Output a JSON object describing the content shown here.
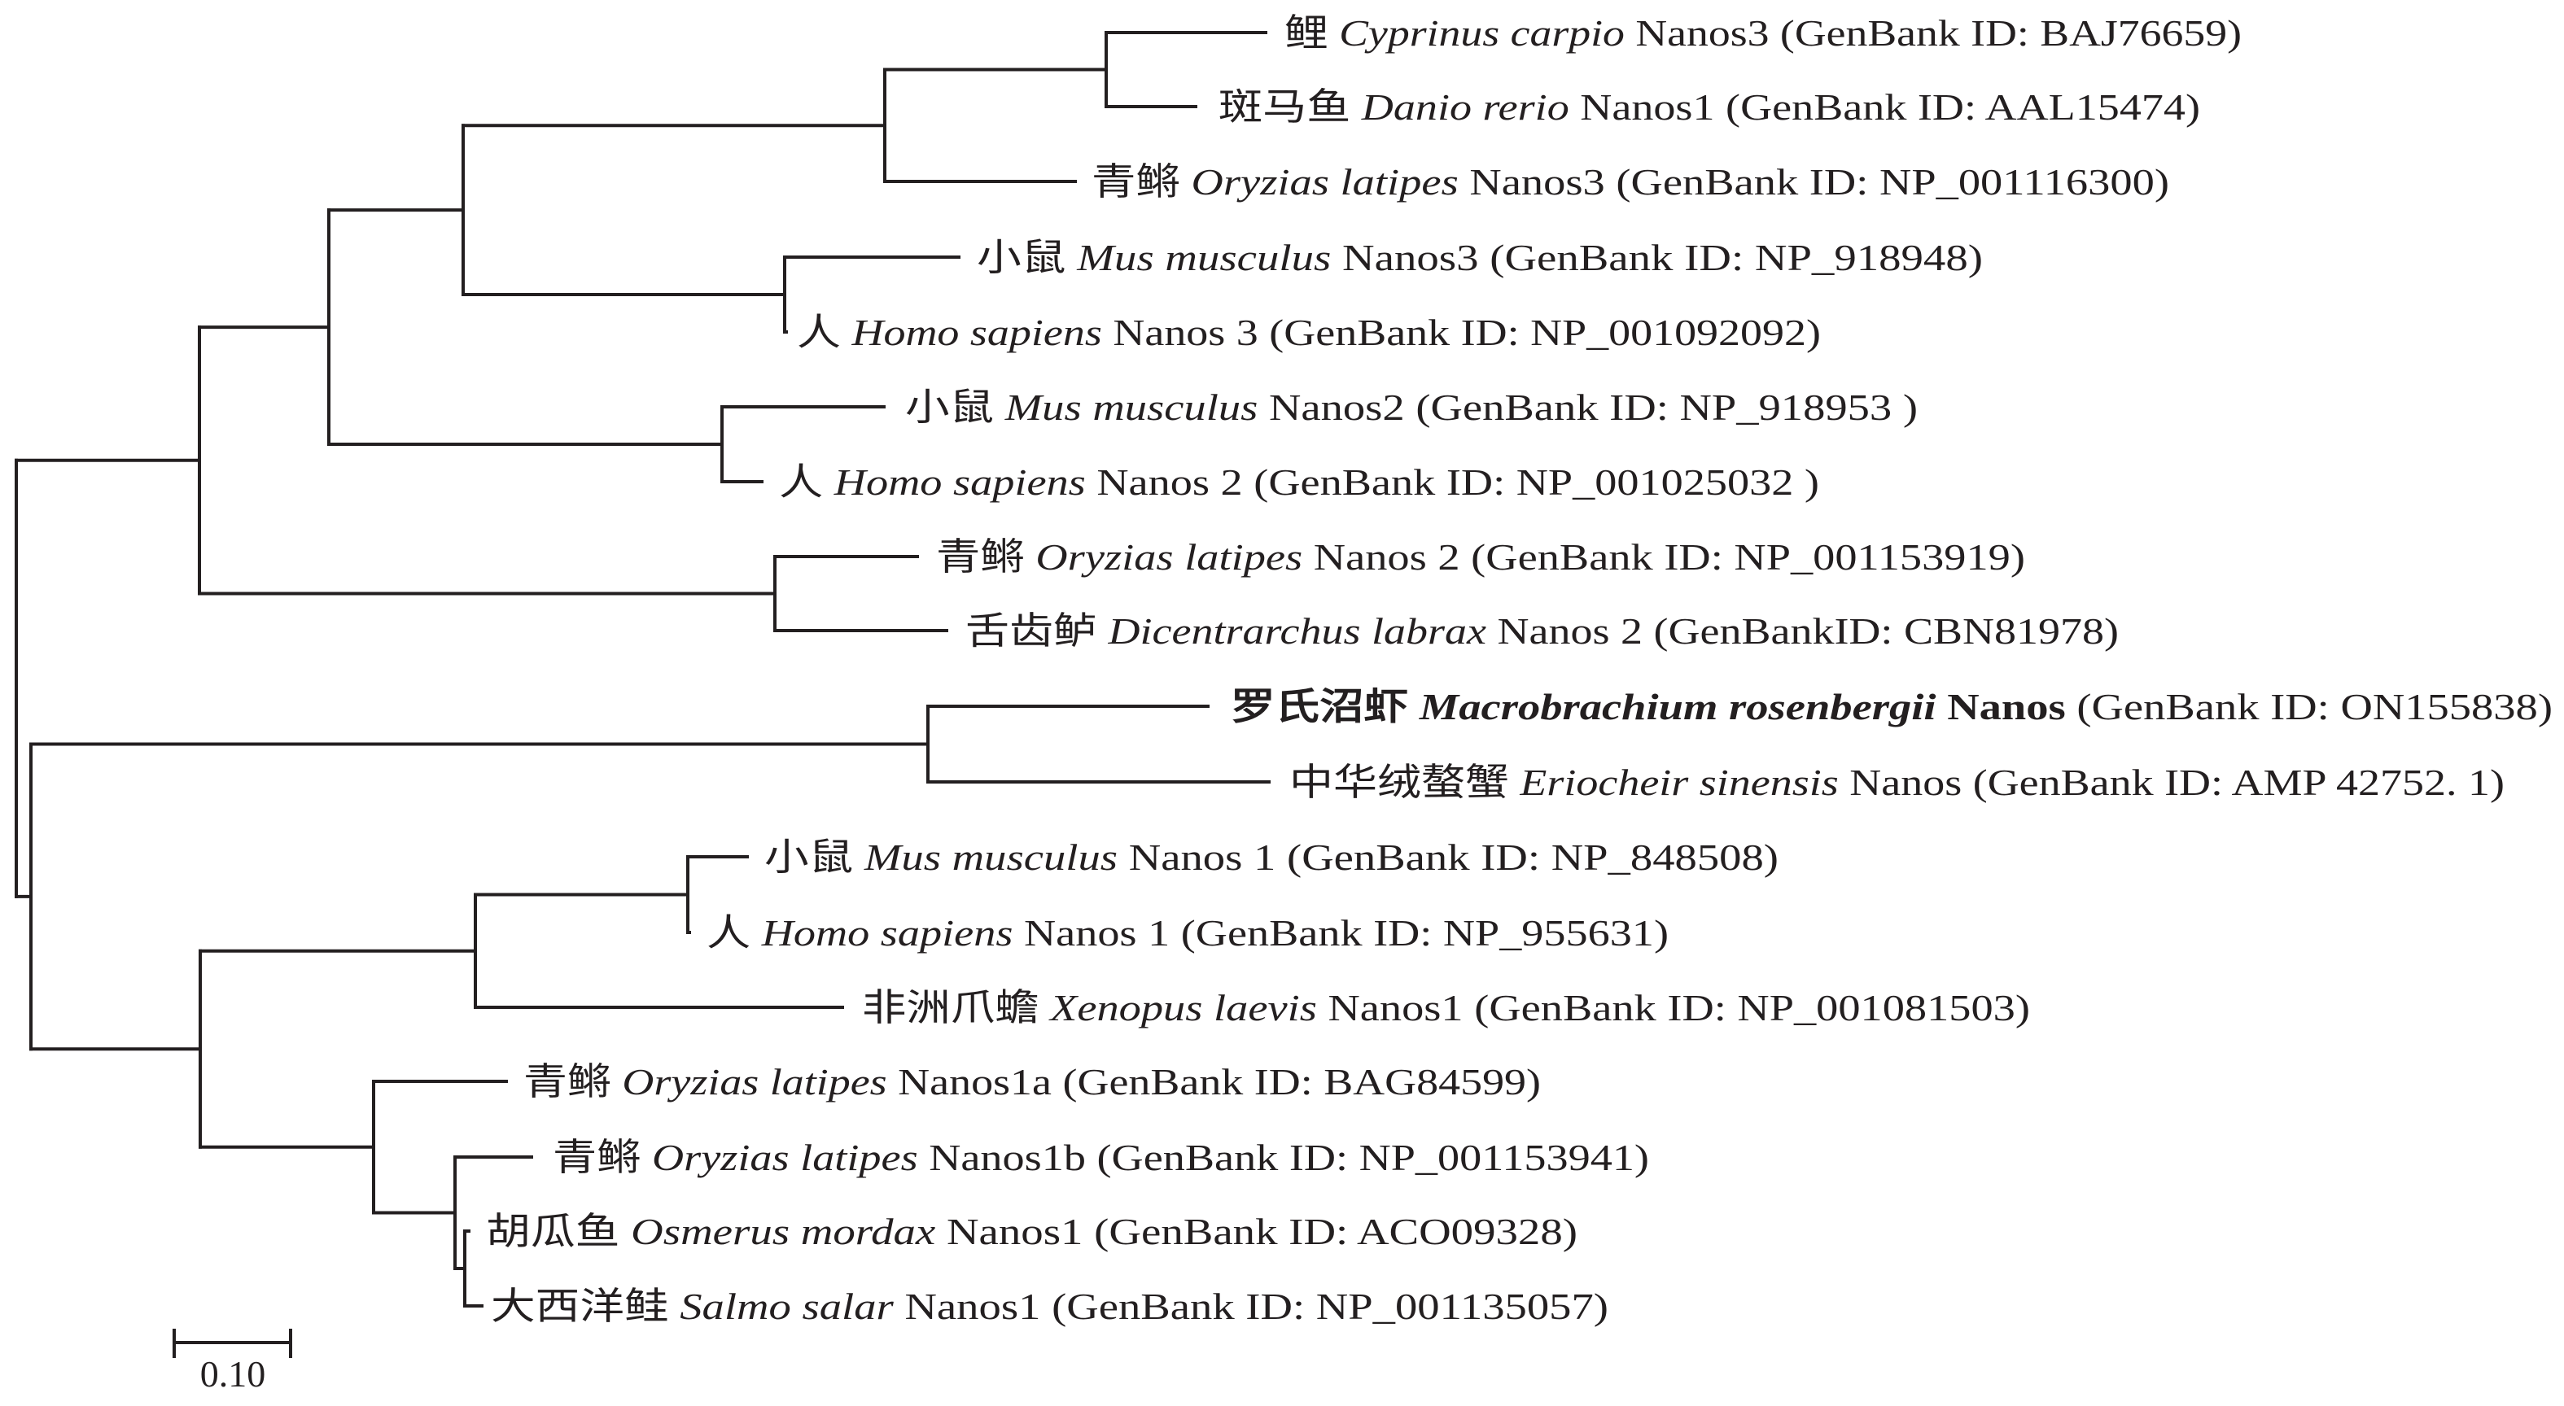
{
  "title": "Nanos phylogenetic tree",
  "leaves": [
    {
      "cn": "鲤",
      "species": "Cyprinus carpio",
      "gene": "Nanos3",
      "genbank": "(GenBank ID: BAJ76659)"
    },
    {
      "cn": "斑马鱼",
      "species": "Danio rerio",
      "gene": "Nanos1",
      "genbank": "(GenBank ID: AAL15474)"
    },
    {
      "cn": "青鳉",
      "species": "Oryzias latipes",
      "gene": "Nanos3",
      "genbank": "(GenBank ID: NP_001116300)"
    },
    {
      "cn": "小鼠",
      "species": "Mus musculus",
      "gene": "Nanos3",
      "genbank": "(GenBank ID: NP_918948)"
    },
    {
      "cn": "人",
      "species": "Homo sapiens",
      "gene": "Nanos 3",
      "genbank": "(GenBank ID: NP_001092092)"
    },
    {
      "cn": "小鼠",
      "species": "Mus musculus",
      "gene": "Nanos2",
      "genbank": "(GenBank ID: NP_918953 )"
    },
    {
      "cn": "人",
      "species": "Homo sapiens",
      "gene": "Nanos 2",
      "genbank": "(GenBank ID: NP_001025032 )"
    },
    {
      "cn": "青鳉",
      "species": "Oryzias latipes",
      "gene": "Nanos 2",
      "genbank": "(GenBank ID: NP_001153919)"
    },
    {
      "cn": "舌齿鲈",
      "species": "Dicentrarchus labrax",
      "gene": "Nanos 2",
      "genbank": "(GenBankID: CBN81978)"
    },
    {
      "cn": "罗氏沼虾",
      "species": "Macrobrachium rosenbergii",
      "gene": "Nanos",
      "genbank": "(GenBank ID: ON155838)",
      "highlight": true
    },
    {
      "cn": "中华绒螯蟹",
      "species": "Eriocheir sinensis",
      "gene": "Nanos",
      "genbank": "(GenBank ID: AMP 42752. 1)"
    },
    {
      "cn": "小鼠",
      "species": "Mus musculus",
      "gene": "Nanos 1",
      "genbank": "(GenBank ID: NP_848508)"
    },
    {
      "cn": "人",
      "species": "Homo sapiens",
      "gene": "Nanos 1",
      "genbank": "(GenBank ID: NP_955631)"
    },
    {
      "cn": "非洲爪蟾",
      "species": "Xenopus laevis",
      "gene": "Nanos1",
      "genbank": "(GenBank ID: NP_001081503)"
    },
    {
      "cn": "青鳉",
      "species": "Oryzias latipes",
      "gene": "Nanos1a",
      "genbank": "(GenBank ID: BAG84599)"
    },
    {
      "cn": "青鳉",
      "species": "Oryzias latipes",
      "gene": "Nanos1b",
      "genbank": "(GenBank ID: NP_001153941)"
    },
    {
      "cn": "胡瓜鱼",
      "species": "Osmerus mordax",
      "gene": "Nanos1",
      "genbank": "(GenBank ID: ACO09328)"
    },
    {
      "cn": "大西洋鲑",
      "species": "Salmo salar",
      "gene": "Nanos1",
      "genbank": "(GenBank ID: NP_001135057)"
    }
  ],
  "scale_bar": {
    "label": "0.10",
    "value": 0.1
  }
}
